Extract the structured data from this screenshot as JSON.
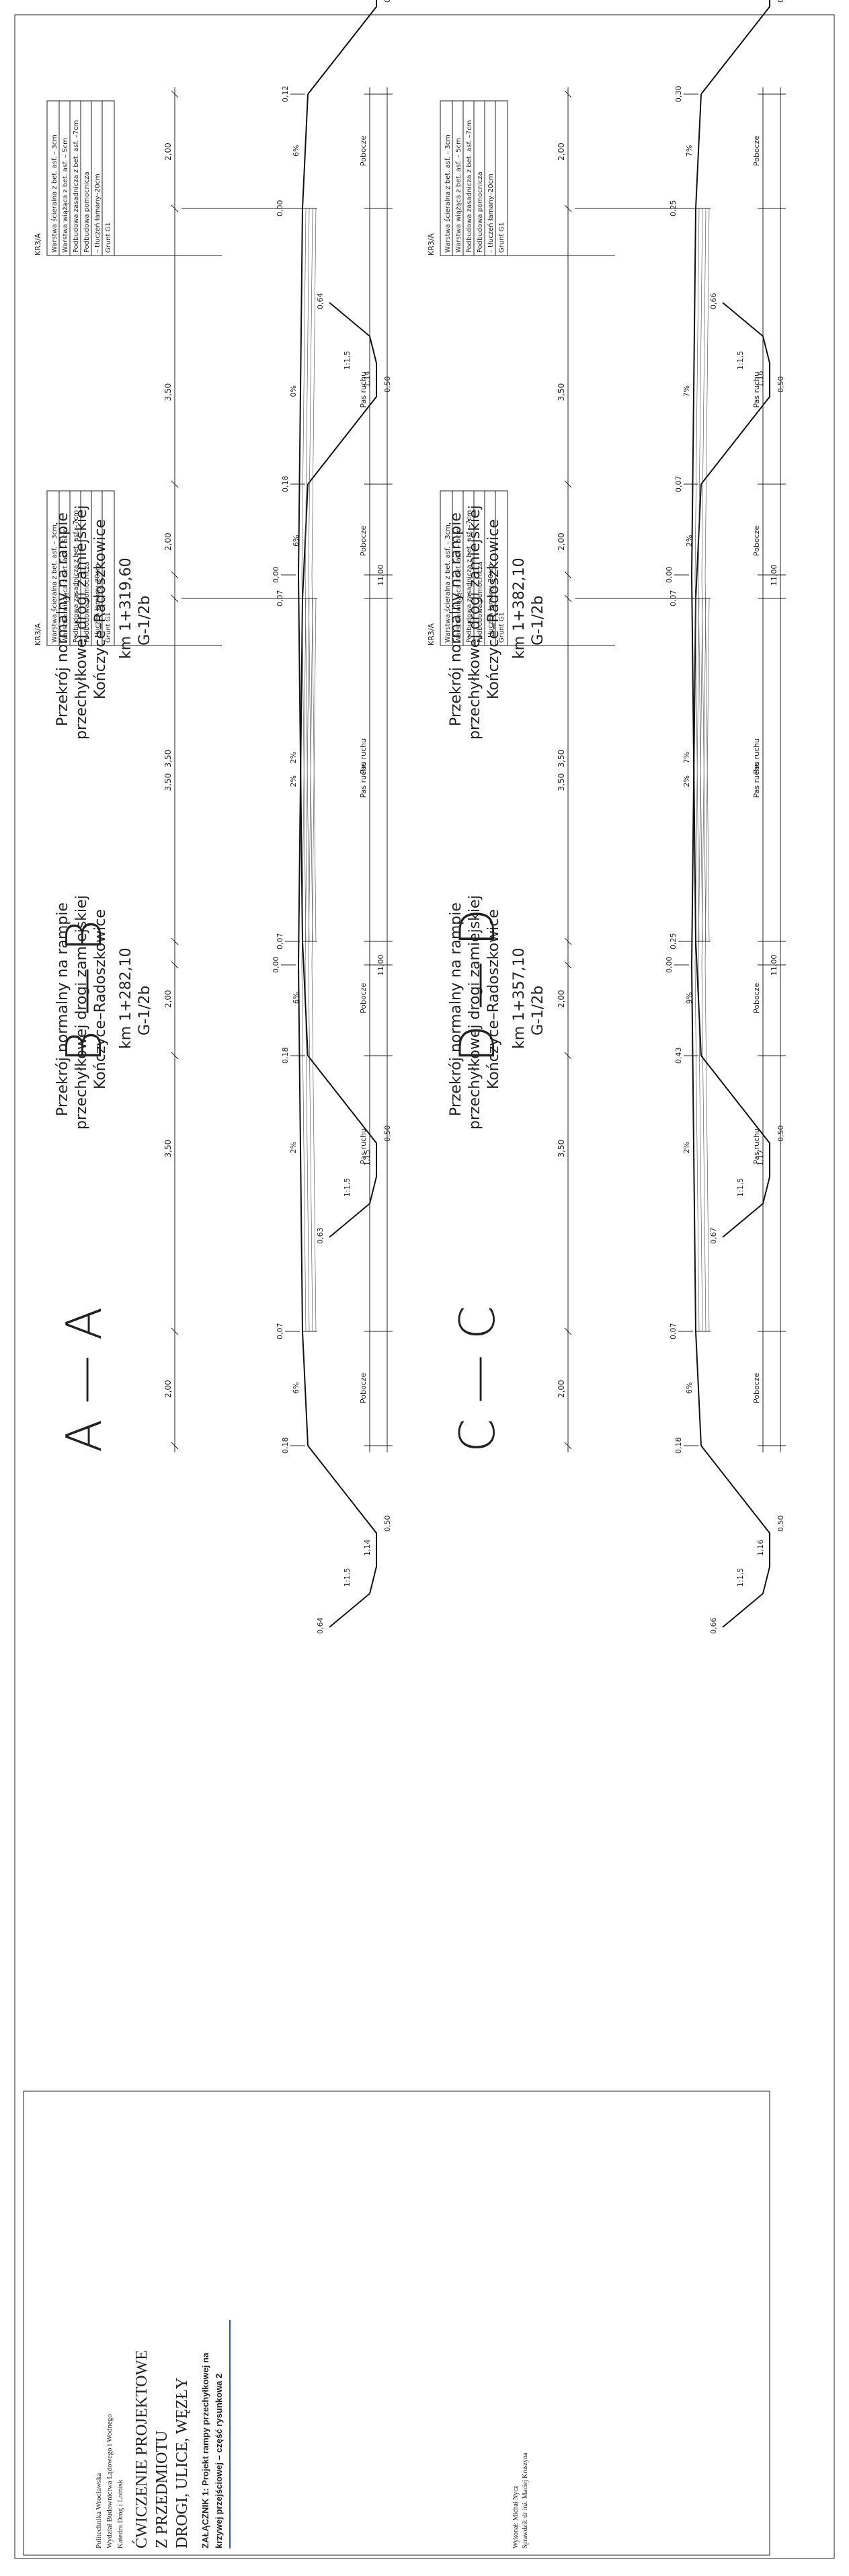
{
  "title_block": {
    "university": "Politechnika Wrocławska",
    "faculty": "Wydział Budownictwa Lądowego i Wodnego",
    "department": "Katedra Dróg i Lotnisk",
    "title_line1": "ĆWICZENIE PROJEKTOWE",
    "title_line2": "Z PRZEDMIOTU",
    "title_line3": "DROGI, ULICE, WĘZŁY",
    "annex_line1": "ZAŁĄCZNIK 1: Projekt rampy przechyłkowej na",
    "annex_line2": "krzywej przejściowej – część rysunkowa 2",
    "author": "Wykonał: Michał Nycz",
    "checker": "Sprawdził: dr inż. Maciej Kruszyna"
  },
  "layers": {
    "code": "KR3/A",
    "items": [
      "Warstwa ścieralna z bet. asf. – 3cm",
      "Warstwa wiążąca z bet. asf. – 5cm",
      "Podbudowa zasadnicza z bet. asf. –7cm",
      "Podbudowa pomocnicza",
      "– tłuczeń łamany–20cm",
      "Grunt G1"
    ]
  },
  "common": {
    "sub1": "przekrój normalny na rampie",
    "sub2": "przechyłkowej drogi zamiejskiej",
    "sub3": "Kończyce–Radoszkowice",
    "w_shoulder": "2,00",
    "w_lane": "3,50",
    "w_total": "11,00",
    "pas_ruchu": "Pas ruchu",
    "pobocze": "Pobocze",
    "slope": "1:1,5",
    "d050": "0,50"
  },
  "sections": [
    {
      "letters": "A — A",
      "km": "km 1+282,10",
      "cls": "G-1/2b",
      "l_depth": "0,64",
      "l_ditch": "1,14",
      "l_edge": "0,18",
      "l_pav": "0,07",
      "axis": "0,00",
      "r_pav": "0,07",
      "r_edge": "0,18",
      "r_ditch": "1,14",
      "r_depth": "0,64",
      "l_sh_slope": "6%",
      "l_lane_slope": "2%",
      "r_lane_slope": "2%",
      "r_sh_slope": "6%"
    },
    {
      "letters": "B — B",
      "km": "km 1+319,60",
      "cls": "G-1/2b",
      "l_depth": "0,63",
      "l_ditch": "1,15",
      "l_edge": "0,18",
      "l_pav": "0,07",
      "axis": "0,00",
      "r_pav": "0,00",
      "r_edge": "0,12",
      "r_ditch": "1,15",
      "r_depth": "0,63",
      "l_sh_slope": "6%",
      "l_lane_slope": "2%",
      "r_lane_slope": "0%",
      "r_sh_slope": "6%"
    },
    {
      "letters": "C — C",
      "km": "km 1+357,10",
      "cls": "G-1/2b",
      "l_depth": "0,66",
      "l_ditch": "1,16",
      "l_edge": "0,18",
      "l_pav": "0,07",
      "axis": "0,00",
      "r_pav": "0,07",
      "r_edge": "0,07",
      "r_ditch": "1,16",
      "r_depth": "0,66",
      "l_sh_slope": "6%",
      "l_lane_slope": "2%",
      "r_lane_slope": "2%",
      "r_sh_slope": "2%"
    },
    {
      "letters": "D — D",
      "km": "km 1+382,10",
      "cls": "G-1/2b",
      "l_depth": "0,67",
      "l_ditch": "1,17",
      "l_edge": "0,43",
      "l_pav": "0,25",
      "axis": "0,00",
      "r_pav": "0,25",
      "r_edge": "0,30",
      "r_ditch": "1,17",
      "r_depth": "0,67",
      "l_sh_slope": "9%",
      "l_lane_slope": "7%",
      "r_lane_slope": "7%",
      "r_sh_slope": "7%"
    }
  ]
}
